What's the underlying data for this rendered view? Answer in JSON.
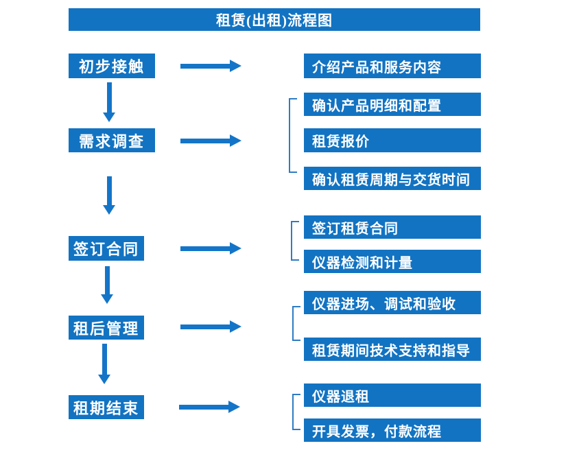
{
  "diagram": {
    "title": "租赁(出租)流程图"
  },
  "steps": [
    {
      "label": "初步接触"
    },
    {
      "label": "需求调查"
    },
    {
      "label": "签订合同"
    },
    {
      "label": "租后管理"
    },
    {
      "label": "租期结束"
    }
  ],
  "details": [
    {
      "label": "介绍产品和服务内容"
    },
    {
      "label": "确认产品明细和配置"
    },
    {
      "label": "租赁报价"
    },
    {
      "label": "确认租赁周期与交货时间"
    },
    {
      "label": "签订租赁合同"
    },
    {
      "label": "仪器检测和计量"
    },
    {
      "label": "仪器进场、调试和验收"
    },
    {
      "label": "租赁期间技术支持和指导"
    },
    {
      "label": "仪器退租"
    },
    {
      "label": "开具发票，付款流程"
    }
  ],
  "colors": {
    "box_blue": "#1273C2",
    "arrow_blue": "#1475C8",
    "bracket_blue": "#2E7BC4",
    "text_white": "#FFFFFF",
    "background": "#FFFFFF"
  }
}
